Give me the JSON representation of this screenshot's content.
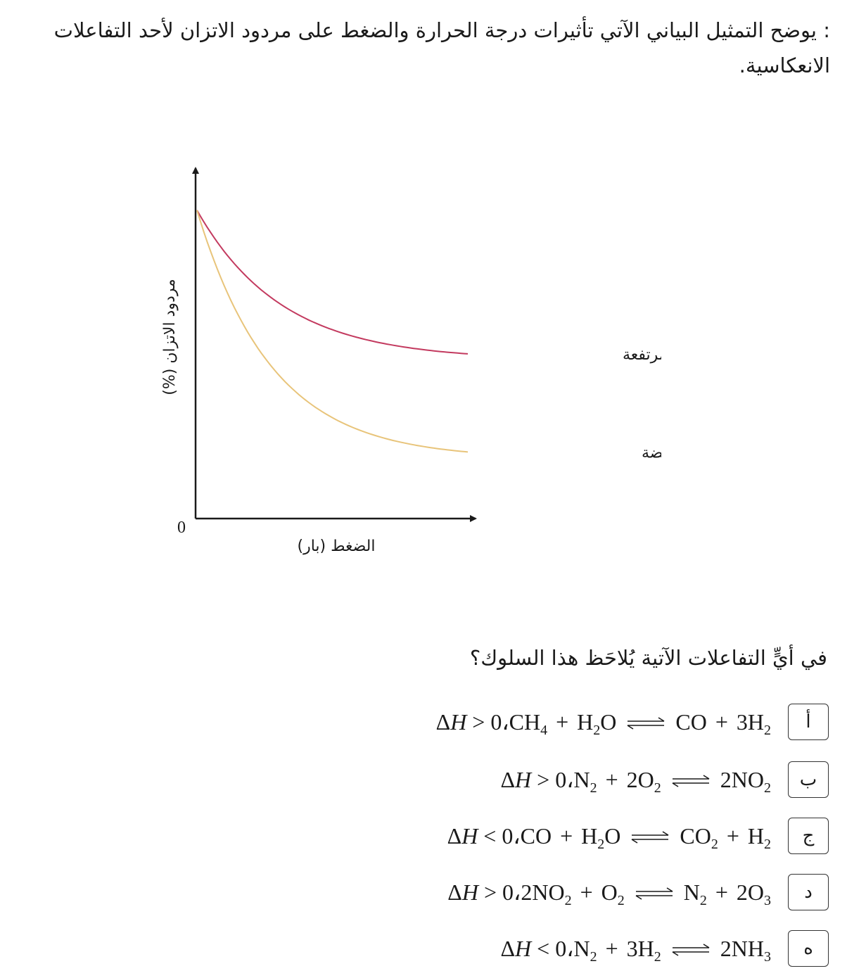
{
  "question": {
    "intro": ": يوضح التمثيل البياني الآتي تأثيرات درجة الحرارة والضغط على مردود الاتزان لأحد التفاعلات الانعكاسية.",
    "prompt": "في أيٍّ التفاعلات الآتية يُلاحَظ هذا السلوك؟"
  },
  "chart_data": {
    "type": "line",
    "xlabel": "الضغط (بار)",
    "ylabel": "مردود الاتزان (%)",
    "origin_label": "0",
    "series": [
      {
        "name": "درجة حرارة مرتفعة",
        "color": "#c33a5f",
        "start": 88,
        "end": 47,
        "curvature": 3.2
      },
      {
        "name": "درجة حرارة منخفضة",
        "color": "#e8c47a",
        "start": 88,
        "end": 19,
        "curvature": 3.6
      }
    ]
  },
  "options": [
    {
      "letter": "أ",
      "lhs": [
        [
          "CH",
          "4"
        ],
        [
          "+"
        ],
        [
          "H",
          "2",
          "O"
        ]
      ],
      "rhs": [
        [
          "CO"
        ],
        [
          "+"
        ],
        [
          "3H",
          "2"
        ]
      ],
      "sign": ">"
    },
    {
      "letter": "ب",
      "lhs": [
        [
          "N",
          "2"
        ],
        [
          "+"
        ],
        [
          "2O",
          "2"
        ]
      ],
      "rhs": [
        [
          "2NO",
          "2"
        ]
      ],
      "sign": ">"
    },
    {
      "letter": "ج",
      "lhs": [
        [
          "CO"
        ],
        [
          "+"
        ],
        [
          "H",
          "2",
          "O"
        ]
      ],
      "rhs": [
        [
          "CO",
          "2"
        ],
        [
          "+"
        ],
        [
          "H",
          "2"
        ]
      ],
      "sign": "<"
    },
    {
      "letter": "د",
      "lhs": [
        [
          "2NO",
          "2"
        ],
        [
          "+"
        ],
        [
          "O",
          "2"
        ]
      ],
      "rhs": [
        [
          "N",
          "2"
        ],
        [
          "+"
        ],
        [
          "2O",
          "3"
        ]
      ],
      "sign": ">"
    },
    {
      "letter": "ه",
      "lhs": [
        [
          "N",
          "2"
        ],
        [
          "+"
        ],
        [
          "3H",
          "2"
        ]
      ],
      "rhs": [
        [
          "2NH",
          "3"
        ]
      ],
      "sign": "<"
    }
  ]
}
